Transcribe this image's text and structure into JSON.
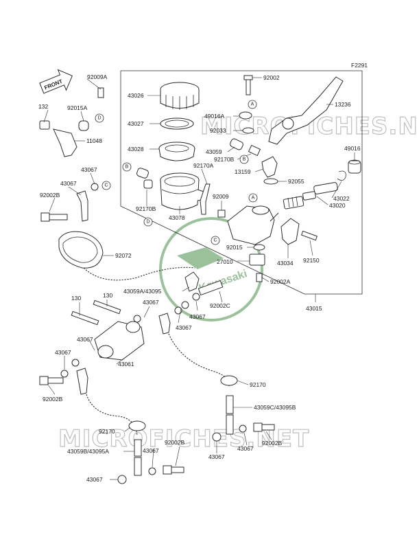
{
  "diagram": {
    "figure_code": "F2291",
    "front_arrow_label": "FRONT",
    "logo_text": "Kawasaki",
    "watermark_text": "MICROFICHES.NET",
    "colors": {
      "ink": "#1a1a1a",
      "logo_green": "#4a8f4a",
      "watermark": "#bfbfbf"
    },
    "callouts": [
      "A",
      "B",
      "C",
      "D"
    ],
    "labels": [
      {
        "id": "92009A",
        "text": "92009A"
      },
      {
        "id": "132",
        "text": "132"
      },
      {
        "id": "92015A",
        "text": "92015A"
      },
      {
        "id": "11048",
        "text": "11048"
      },
      {
        "id": "43067a",
        "text": "43067"
      },
      {
        "id": "43067b",
        "text": "43067"
      },
      {
        "id": "92002Ba",
        "text": "92002B"
      },
      {
        "id": "92072",
        "text": "92072"
      },
      {
        "id": "43026",
        "text": "43026"
      },
      {
        "id": "43027",
        "text": "43027"
      },
      {
        "id": "43028",
        "text": "43028"
      },
      {
        "id": "92170A",
        "text": "92170A"
      },
      {
        "id": "92170Ba",
        "text": "92170B"
      },
      {
        "id": "43078",
        "text": "43078"
      },
      {
        "id": "92002",
        "text": "92002"
      },
      {
        "id": "13236",
        "text": "13236"
      },
      {
        "id": "49016A",
        "text": "49016A"
      },
      {
        "id": "92033",
        "text": "92033"
      },
      {
        "id": "43059",
        "text": "43059"
      },
      {
        "id": "92170Bb",
        "text": "92170B"
      },
      {
        "id": "13159",
        "text": "13159"
      },
      {
        "id": "92055",
        "text": "92055"
      },
      {
        "id": "49016",
        "text": "49016"
      },
      {
        "id": "43022",
        "text": "43022"
      },
      {
        "id": "43020",
        "text": "43020"
      },
      {
        "id": "92009",
        "text": "92009"
      },
      {
        "id": "43034",
        "text": "43034"
      },
      {
        "id": "92150",
        "text": "92150"
      },
      {
        "id": "92015",
        "text": "92015"
      },
      {
        "id": "27010",
        "text": "27010"
      },
      {
        "id": "92002A",
        "text": "92002A"
      },
      {
        "id": "43059A43095",
        "text": "43059A/43095"
      },
      {
        "id": "92002C",
        "text": "92002C"
      },
      {
        "id": "43067c",
        "text": "43067"
      },
      {
        "id": "43067d",
        "text": "43067"
      },
      {
        "id": "43067e",
        "text": "43067"
      },
      {
        "id": "43015",
        "text": "43015"
      },
      {
        "id": "130a",
        "text": "130"
      },
      {
        "id": "130b",
        "text": "130"
      },
      {
        "id": "43067f",
        "text": "43067"
      },
      {
        "id": "43067g",
        "text": "43067"
      },
      {
        "id": "43061",
        "text": "43061"
      },
      {
        "id": "92002Bb",
        "text": "92002B"
      },
      {
        "id": "92170a",
        "text": "92170"
      },
      {
        "id": "43059C43095B",
        "text": "43059C/43095B"
      },
      {
        "id": "92170b",
        "text": "92170"
      },
      {
        "id": "43059B43095A",
        "text": "43059B/43095A"
      },
      {
        "id": "43067h",
        "text": "43067"
      },
      {
        "id": "92002Bc",
        "text": "92002B"
      },
      {
        "id": "43067i",
        "text": "43067"
      },
      {
        "id": "43067j",
        "text": "43067"
      },
      {
        "id": "92002Bd",
        "text": "92002B"
      }
    ]
  }
}
